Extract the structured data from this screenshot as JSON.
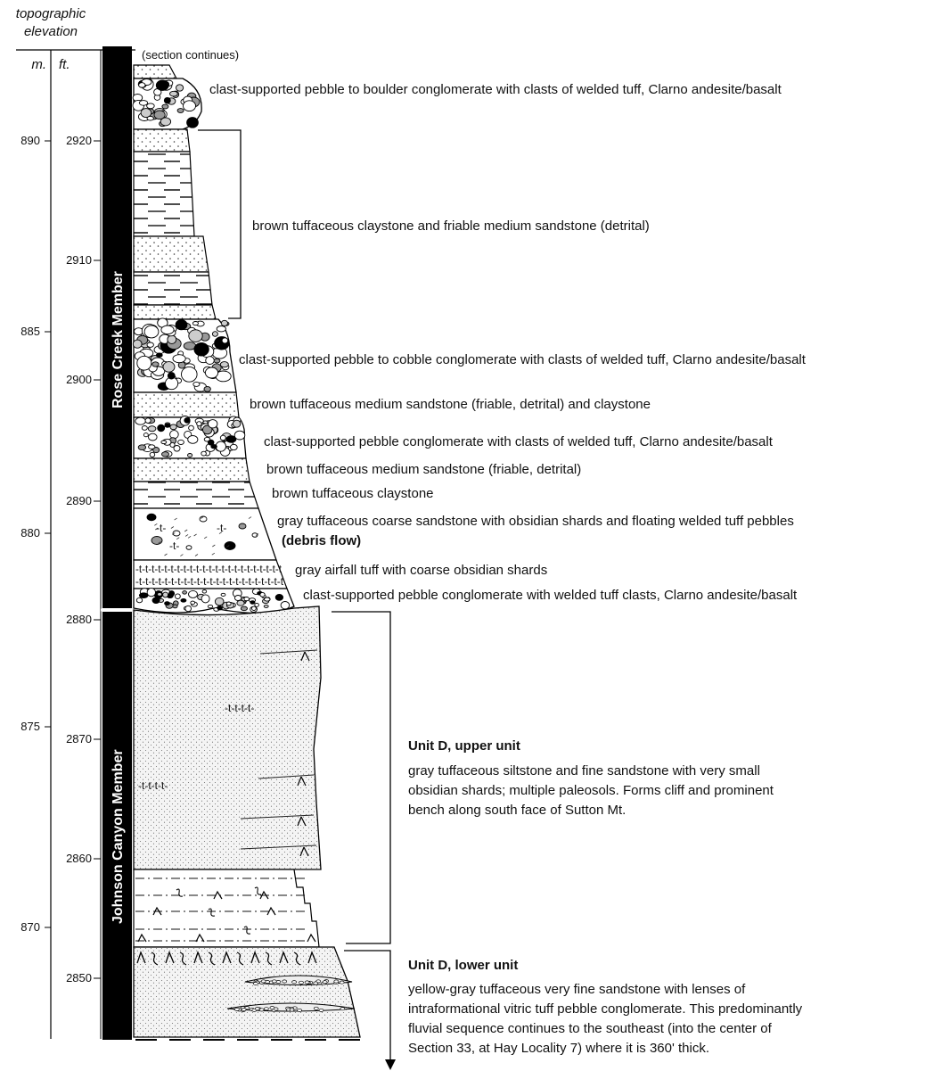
{
  "header": {
    "elevation_line1": "topographic",
    "elevation_line2": "elevation",
    "unit_m": "m.",
    "unit_ft": "ft."
  },
  "section_continues": "(section continues)",
  "meter_ticks": [
    "890",
    "885",
    "880",
    "875",
    "870"
  ],
  "feet_ticks": [
    "2920",
    "2910",
    "2900",
    "2890",
    "2880",
    "2870",
    "2860",
    "2850"
  ],
  "members": {
    "upper": "Rose Creek Member",
    "lower": "Johnson Canyon Member"
  },
  "beds": [
    "clast-supported pebble to boulder conglomerate with clasts of welded tuff, Clarno andesite/basalt",
    "brown tuffaceous claystone and friable medium sandstone (detrital)",
    "clast-supported pebble to cobble conglomerate with clasts of welded tuff, Clarno andesite/basalt",
    "brown tuffaceous medium sandstone (friable, detrital) and claystone",
    "clast-supported pebble conglomerate with clasts of welded tuff, Clarno andesite/basalt",
    "brown tuffaceous medium sandstone (friable, detrital)",
    "brown tuffaceous claystone",
    "gray tuffaceous coarse sandstone with obsidian shards and floating welded tuff pebbles",
    "gray airfall tuff with coarse obsidian shards",
    "clast-supported pebble conglomerate with welded tuff clasts, Clarno andesite/basalt"
  ],
  "debris_flow": "(debris flow)",
  "unit_upper": {
    "title": "Unit D, upper unit",
    "lines": [
      "gray tuffaceous siltstone and fine sandstone with very small",
      "obsidian shards; multiple paleosols. Forms cliff and prominent",
      "bench along south face of Sutton Mt."
    ]
  },
  "unit_lower": {
    "title": "Unit D,  lower unit",
    "lines": [
      "yellow-gray tuffaceous very fine sandstone with lenses of",
      "intraformational vitric tuff pebble conglomerate. This predominantly",
      "fluvial sequence continues to the southeast (into the center of",
      "Section 33, at Hay Locality 7) where it is 360' thick."
    ]
  },
  "tuff_marks": {
    "short": "-t-",
    "band": "-t-t-t-t-",
    "row": "-t-t-t-t-t-t-t-t-t-t-t-t-t-t-t-t-t-t-t-t-t-t-t"
  }
}
